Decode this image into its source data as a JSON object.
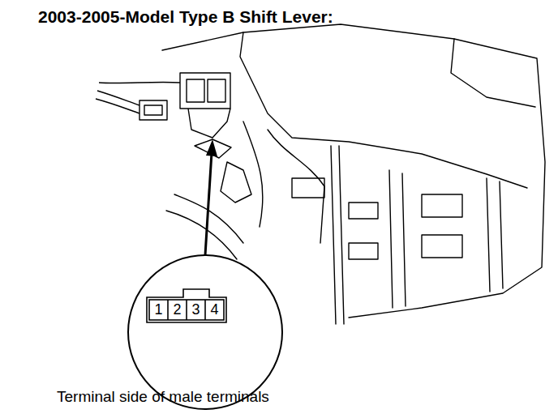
{
  "diagram": {
    "title": "2003-2005-Model Type B Shift Lever:",
    "caption": "Terminal side of male terminals",
    "labels": [
      "1",
      "2",
      "3",
      "4"
    ]
  }
}
